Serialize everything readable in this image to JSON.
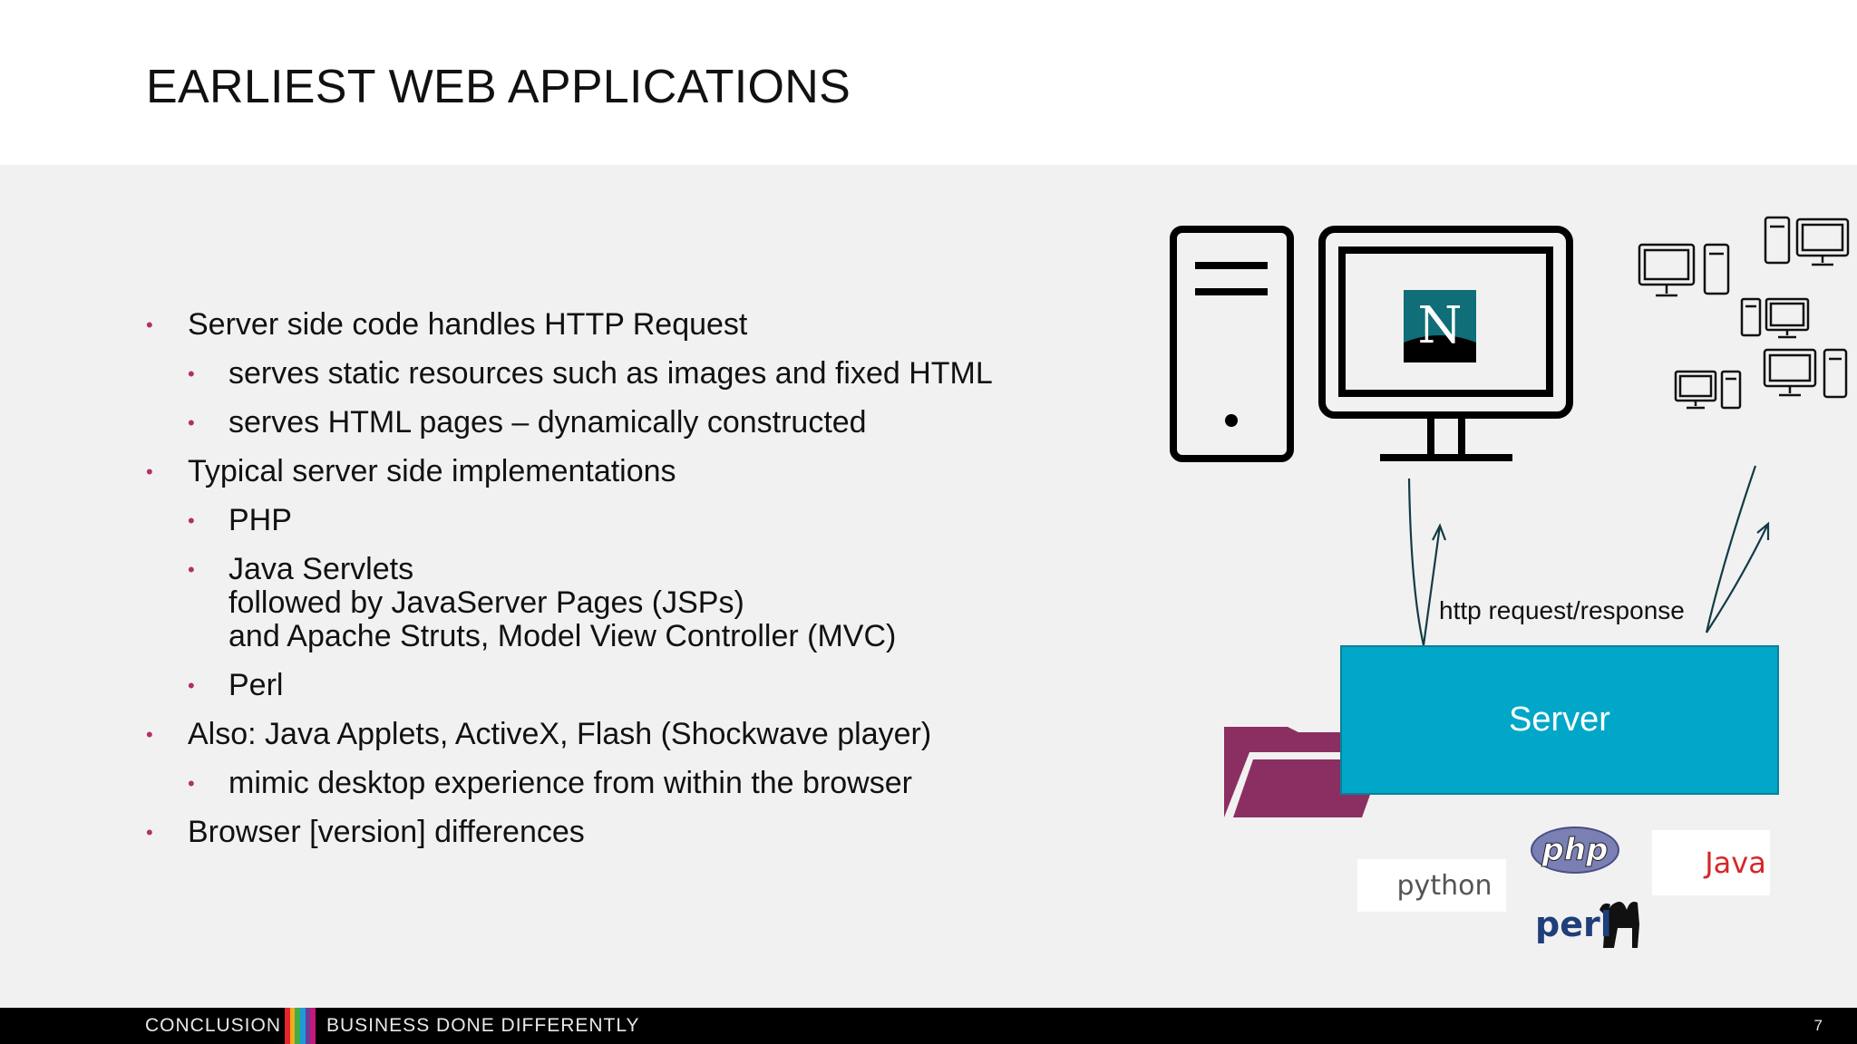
{
  "slide": {
    "title": "EARLIEST WEB APPLICATIONS",
    "bullets": [
      {
        "level": 1,
        "text": "Server side code handles HTTP Request"
      },
      {
        "level": 2,
        "text": "serves static resources such as images and fixed HTML"
      },
      {
        "level": 2,
        "text": "serves HTML pages – dynamically constructed"
      },
      {
        "level": 1,
        "text": "Typical server side implementations"
      },
      {
        "level": 2,
        "text": "PHP"
      },
      {
        "level": 2,
        "text": "Java Servlets\nfollowed by JavaServer Pages (JSPs)\nand Apache Struts, Model View Controller (MVC)"
      },
      {
        "level": 2,
        "text": "Perl"
      },
      {
        "level": 1,
        "text": "Also: Java Applets, ActiveX, Flash (Shockwave player)"
      },
      {
        "level": 2,
        "text": "mimic desktop experience from within the browser"
      },
      {
        "level": 1,
        "text": "Browser [version] differences"
      }
    ],
    "bullet_color": "#b0306a"
  },
  "diagram": {
    "browser_logo_letter": "N",
    "connection_label": "http request/response",
    "server_label": "Server",
    "server_color": "#00a7c9",
    "folder_color": "#8b2f62",
    "logos": {
      "python": "python",
      "php": "php",
      "java": "Java",
      "perl": "perl"
    }
  },
  "footer": {
    "brand": "CONCLUSION",
    "tagline": "BUSINESS DONE DIFFERENTLY",
    "page_number": "7",
    "stripe_colors": [
      "#e3262b",
      "#f6a81c",
      "#3fae49",
      "#1f9ad6",
      "#6a3d98",
      "#c2187b"
    ]
  }
}
